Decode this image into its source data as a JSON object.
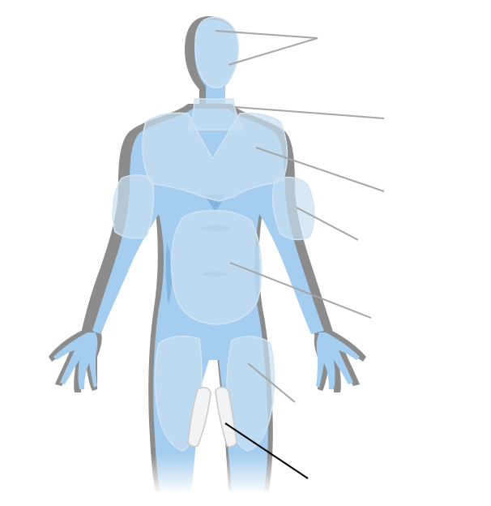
{
  "figure": {
    "subject": "human-body-front-view",
    "colors": {
      "shadow": "#8c8c8c",
      "skin": "#a4cdef",
      "skin_light": "#b8d6ef",
      "skin_dark": "#7fb2de",
      "region_fill": "#c8dff2",
      "region_stroke": "#d2e3f1",
      "highlight_fill": "#f1f3f5",
      "highlight_stroke": "#c9c9c9",
      "leader_line": "#a6a6a6",
      "leader_line_active": "#000000"
    },
    "regions": [
      {
        "id": "face",
        "label": ""
      },
      {
        "id": "neck",
        "label": ""
      },
      {
        "id": "chest",
        "label": ""
      },
      {
        "id": "upper-arm",
        "label": ""
      },
      {
        "id": "abdomen",
        "label": ""
      },
      {
        "id": "thigh",
        "label": ""
      },
      {
        "id": "inner-thigh",
        "label": "",
        "active": true
      }
    ]
  }
}
